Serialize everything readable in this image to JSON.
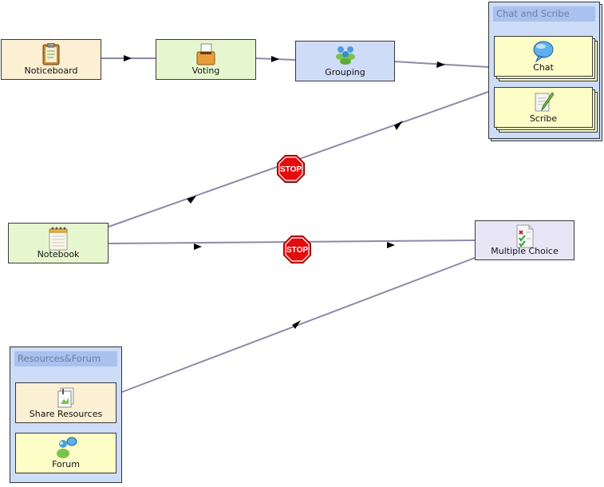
{
  "nodes": {
    "noticeboard": "Noticeboard",
    "voting": "Voting",
    "grouping": "Grouping",
    "notebook": "Notebook",
    "multiple_choice": "Multiple Choice"
  },
  "groups": {
    "chat_scribe": {
      "title": "Chat and Scribe",
      "chat": "Chat",
      "scribe": "Scribe"
    },
    "resources_forum": {
      "title": "Resources&Forum",
      "share": "Share Resources",
      "forum": "Forum"
    }
  },
  "stops": {
    "stop1": "STOP",
    "stop2": "STOP"
  },
  "colors": {
    "edge": "#8d8aa6",
    "stop_red": "#e30b0b"
  }
}
